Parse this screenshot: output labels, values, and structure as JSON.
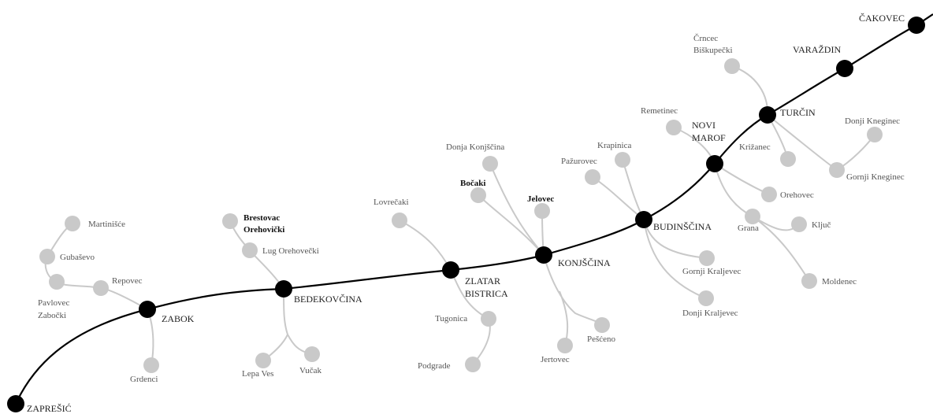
{
  "colors": {
    "main_line": "#000000",
    "main_station": "#000000",
    "branch": "#c9c9c9",
    "branch_station": "#c9c9c9"
  },
  "main_stations": {
    "zapresic": "ZAPREŠIĆ",
    "zabok": "ZABOK",
    "bedekovcina": "BEDEKOVČINA",
    "zlatar_1": "ZLATAR",
    "zlatar_2": "BISTRICA",
    "konjscina": "KONJŠČINA",
    "budinscina": "BUDINŠČINA",
    "novi_marof_1": "NOVI",
    "novi_marof_2": "MAROF",
    "turcin": "TURČIN",
    "varazdin": "VARAŽDIN",
    "cakovec": "ČAKOVEC"
  },
  "branch_stations": {
    "martinisce": "Martinišće",
    "gubasevo": "Gubaševo",
    "pavlovec_1": "Pavlovec",
    "pavlovec_2": "Zabočki",
    "repovec": "Repovec",
    "grdenci": "Grdenci",
    "brestovac_1": "Brestovac",
    "brestovac_2": "Orehovički",
    "lug": "Lug Orehovečki",
    "lepa_ves": "Lepa Ves",
    "vucak": "Vučak",
    "lovrecaki": "Lovrečaki",
    "tugonica": "Tugonica",
    "podgrade": "Podgrade",
    "donja_konjscina": "Donja Konjščina",
    "bocaki": "Bočaki",
    "jelovec": "Jelovec",
    "jertovec": "Jertovec",
    "pescenc": "Pešćeno",
    "pazurovec": "Pažurovec",
    "krapinica": "Krapinica",
    "gornji_kraljevec": "Gornji Kraljevec",
    "donji_kraljevec": "Donji Kraljevec",
    "remetinec": "Remetinec",
    "krizanec": "Križanec",
    "orehovec": "Orehovec",
    "grana": "Grana",
    "kljuc": "Ključ",
    "moldenec": "Moldenec",
    "crncec_1": "Črncec",
    "crncec_2": "Biškupečki",
    "donji_kneginec": "Donji Kneginec",
    "gornji_kneginec": "Gornji Kneginec"
  }
}
